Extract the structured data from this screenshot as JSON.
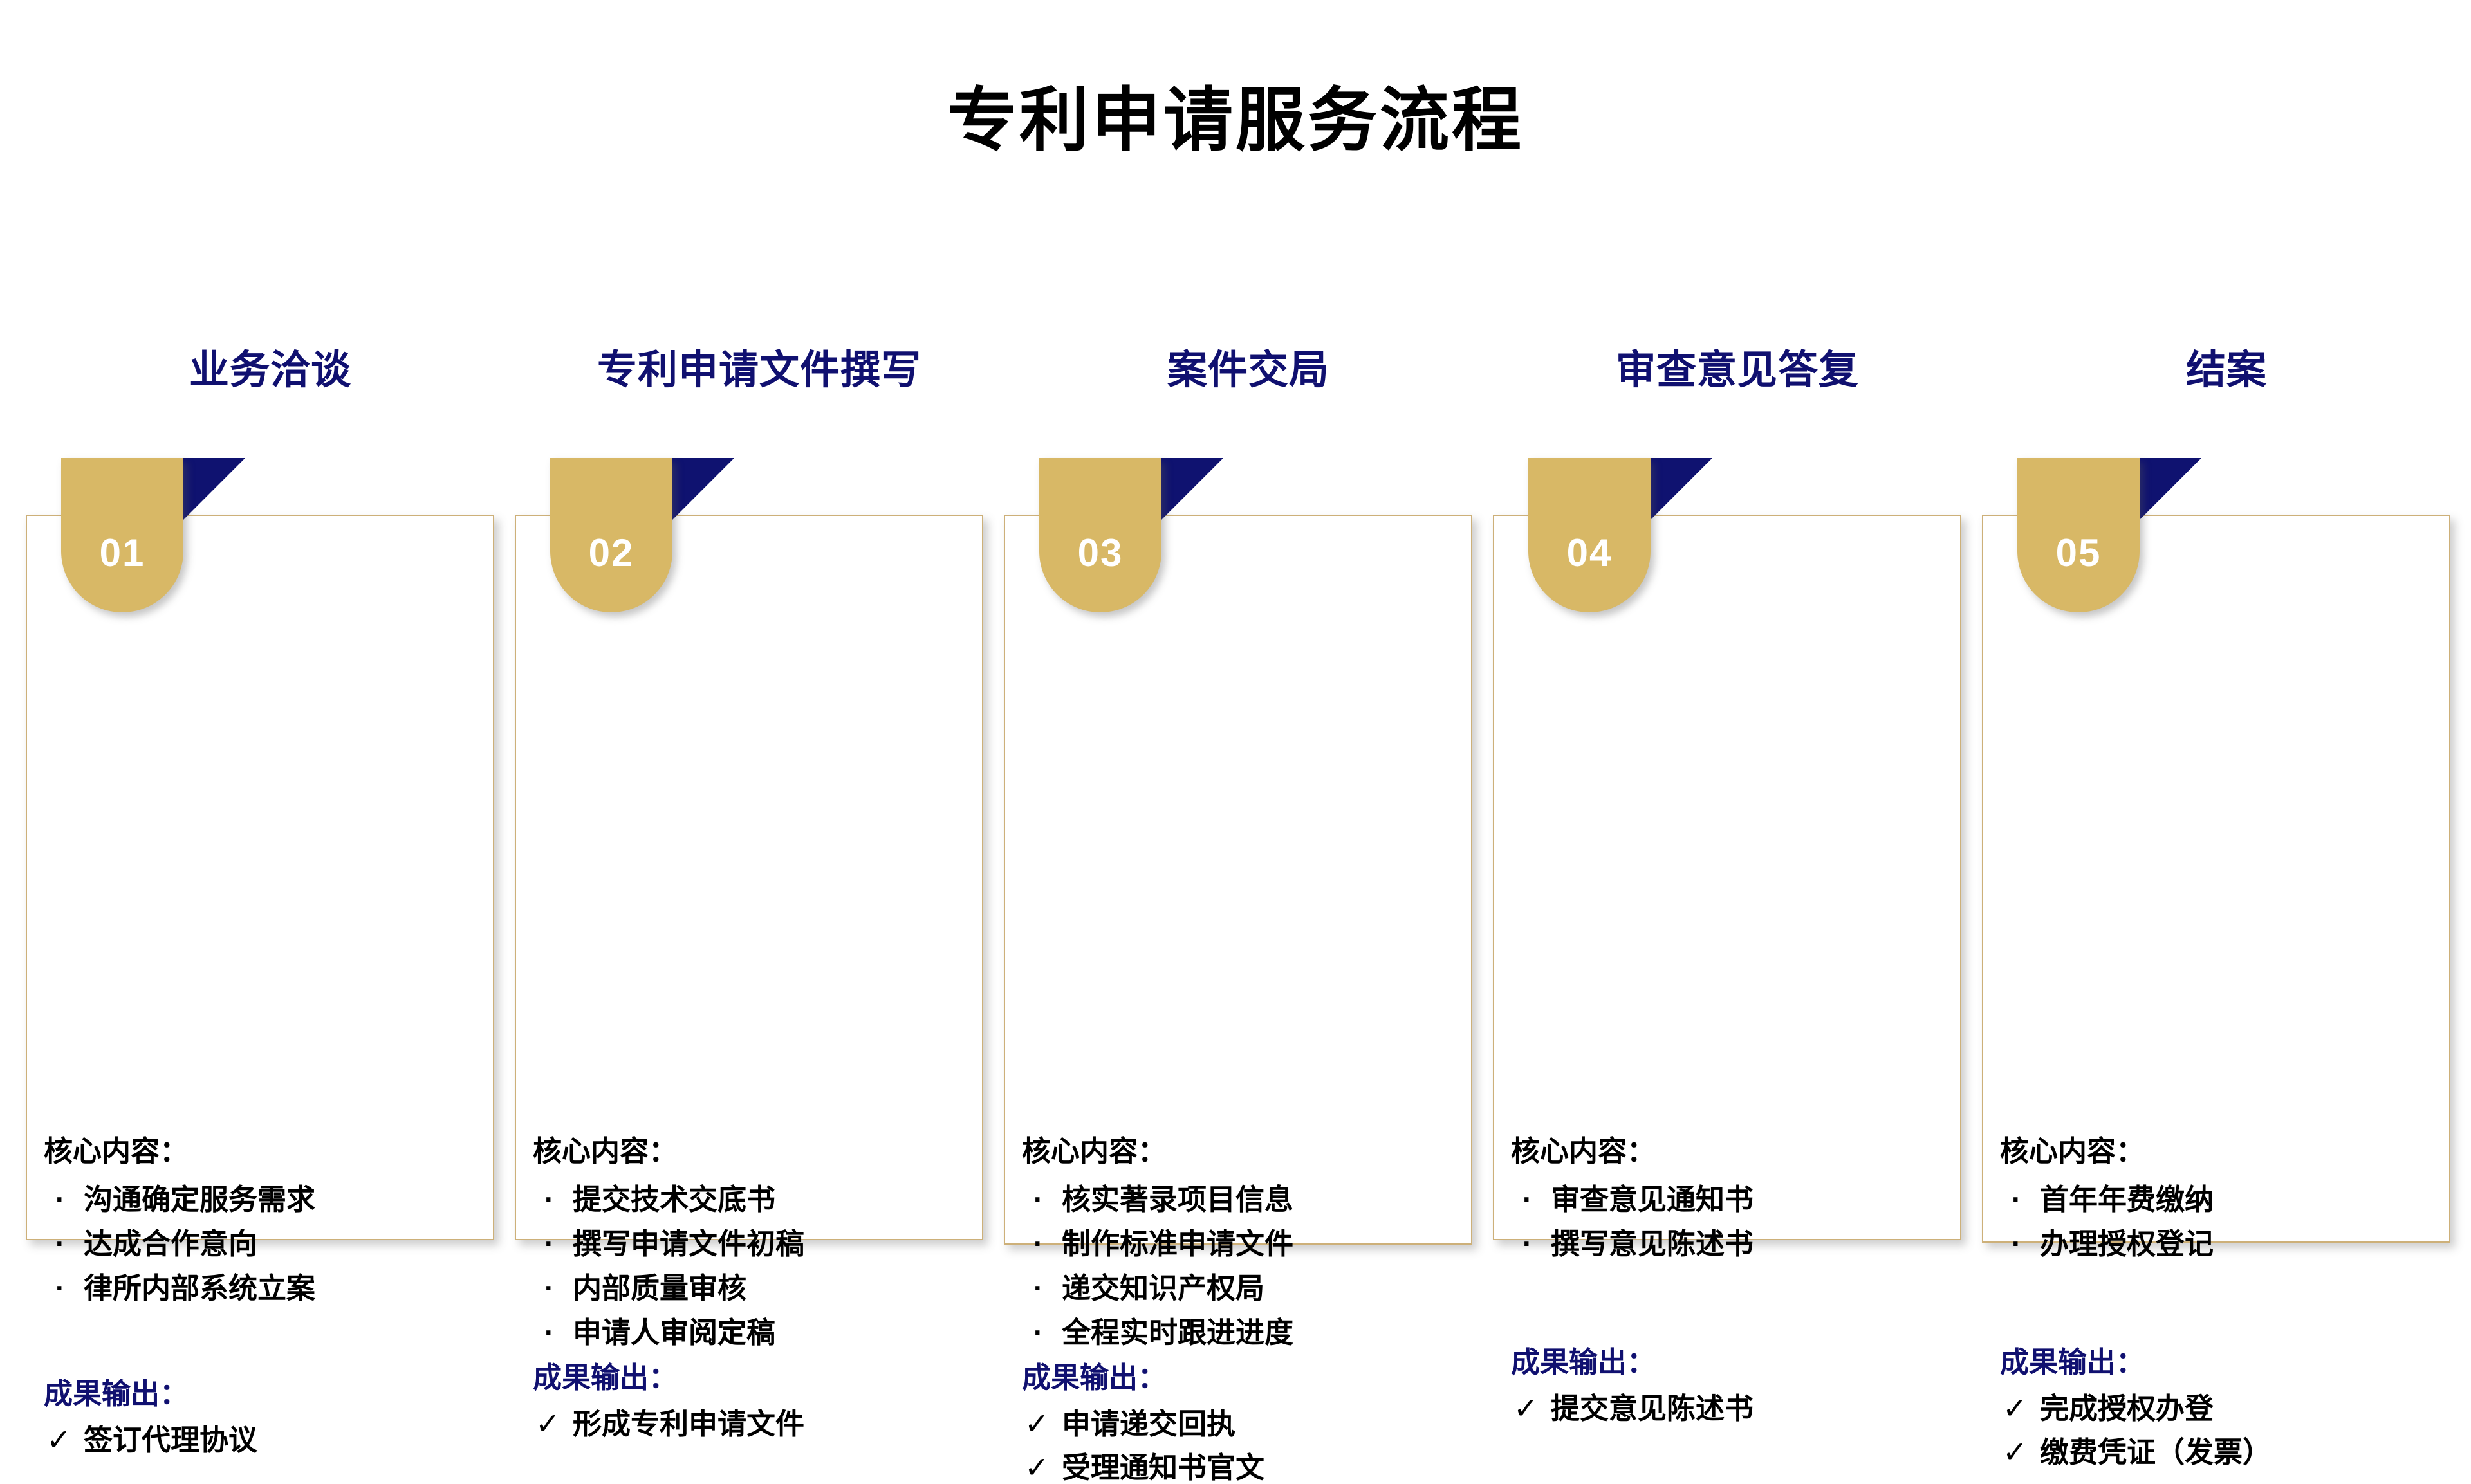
{
  "slide": {
    "title": "专利申请服务流程",
    "colors": {
      "navy": "#101070",
      "gold": "#d8b866",
      "card_border": "#cdb079",
      "text": "#000000"
    },
    "labels": {
      "core": "核心内容：",
      "output": "成果输出："
    },
    "icons": {
      "bullet": "·",
      "check": "✓"
    }
  },
  "steps": [
    {
      "number": "01",
      "heading": "业务洽谈",
      "core_label": "核心内容：",
      "core_items": [
        "沟通确定服务需求",
        "达成合作意向",
        "律所内部系统立案"
      ],
      "output_label": "成果输出：",
      "output_items": [
        "签订代理协议"
      ]
    },
    {
      "number": "02",
      "heading": "专利申请文件撰写",
      "core_label": "核心内容：",
      "core_items": [
        "提交技术交底书",
        "撰写申请文件初稿",
        "内部质量审核",
        "申请人审阅定稿"
      ],
      "output_label": "成果输出：",
      "output_items": [
        "形成专利申请文件"
      ]
    },
    {
      "number": "03",
      "heading": "案件交局",
      "core_label": "核心内容：",
      "core_items": [
        "核实著录项目信息",
        "制作标准申请文件",
        "递交知识产权局",
        "全程实时跟进进度"
      ],
      "output_label": "成果输出：",
      "output_items": [
        "申请递交回执",
        "受理通知书官文"
      ]
    },
    {
      "number": "04",
      "heading": "审查意见答复",
      "core_label": "核心内容：",
      "core_items": [
        "审查意见通知书",
        "撰写意见陈述书"
      ],
      "output_label": "成果输出：",
      "output_items": [
        "提交意见陈述书"
      ]
    },
    {
      "number": "05",
      "heading": "结案",
      "core_label": "核心内容：",
      "core_items": [
        "首年年费缴纳",
        "办理授权登记"
      ],
      "output_label": "成果输出：",
      "output_items": [
        "完成授权办登",
        "缴费凭证（发票）"
      ]
    }
  ]
}
